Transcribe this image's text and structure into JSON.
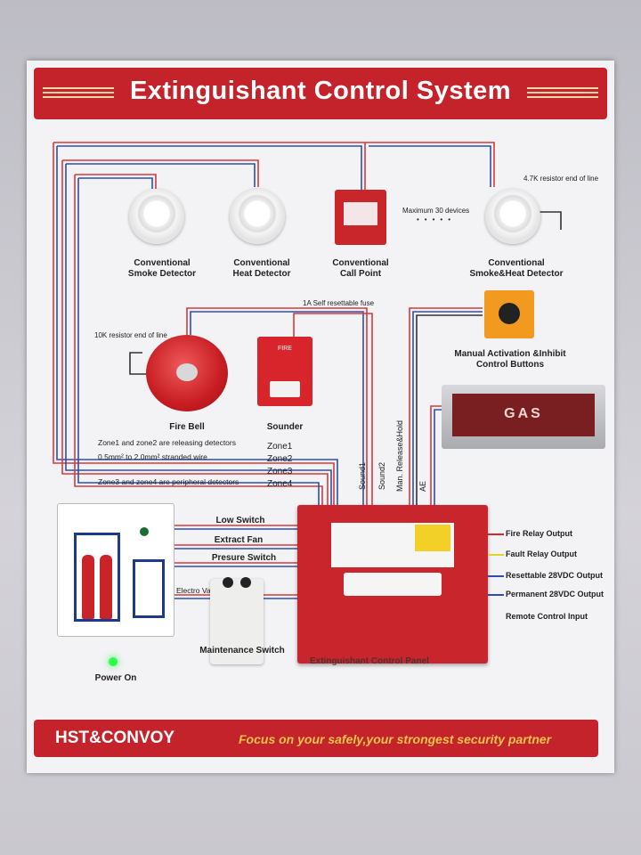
{
  "title": "Extinguishant Control System",
  "devices": {
    "smoke": "Conventional\nSmoke Detector",
    "heat": "Conventional\nHeat Detector",
    "callpoint": "Conventional\nCall Point",
    "max_devices": "Maximum 30 devices",
    "eol_resistor": "4.7K resistor end of line",
    "smokeheat": "Conventional\nSmoke&Heat Detector",
    "fuse": "1A Self resettable fuse",
    "bell_resistor": "10K resistor end of line",
    "fire_bell": "Fire Bell",
    "sounder": "Sounder",
    "sounder_text": "FIRE",
    "manual": "Manual Activation &Inhibit\nControl Buttons",
    "gas": "GAS"
  },
  "zones": {
    "note1": "Zone1  and  zone2  are releasing detectors",
    "wire": "0.5mm² to 2.0mm² stranded  wire",
    "note2": "Zone3  and zone4  are peripheral detectors",
    "z1": "Zone1",
    "z2": "Zone2",
    "z3": "Zone3",
    "z4": "Zone4"
  },
  "vertical": {
    "s1": "Sound1",
    "s2": "Sound2",
    "man": "Man. Release&Hold",
    "ae": "AE"
  },
  "inputs": {
    "low": "Low Switch",
    "fan": "Extract Fan",
    "pressure": "Presure Switch",
    "valve": "Electro Valve",
    "maint": "Maintenance Switch",
    "power": "Power On"
  },
  "outputs": {
    "fire": "Fire Relay Output",
    "fault": "Fault Relay Output",
    "reset": "Resettable 28VDC Output",
    "perm": "Permanent 28VDC  Output",
    "remote": "Remote Control Input"
  },
  "panel_caption": "Extinguishant Control Panel",
  "footer": {
    "brand": "HST&CONVOY",
    "slogan": "Focus on your safely,your strongest security partner"
  },
  "colors": {
    "banner": "#c4232b",
    "fire": "#d6262d",
    "fault": "#e3d22a",
    "reset": "#2a4fb0",
    "perm": "#2a4fb0",
    "led": "#2dff4a"
  }
}
